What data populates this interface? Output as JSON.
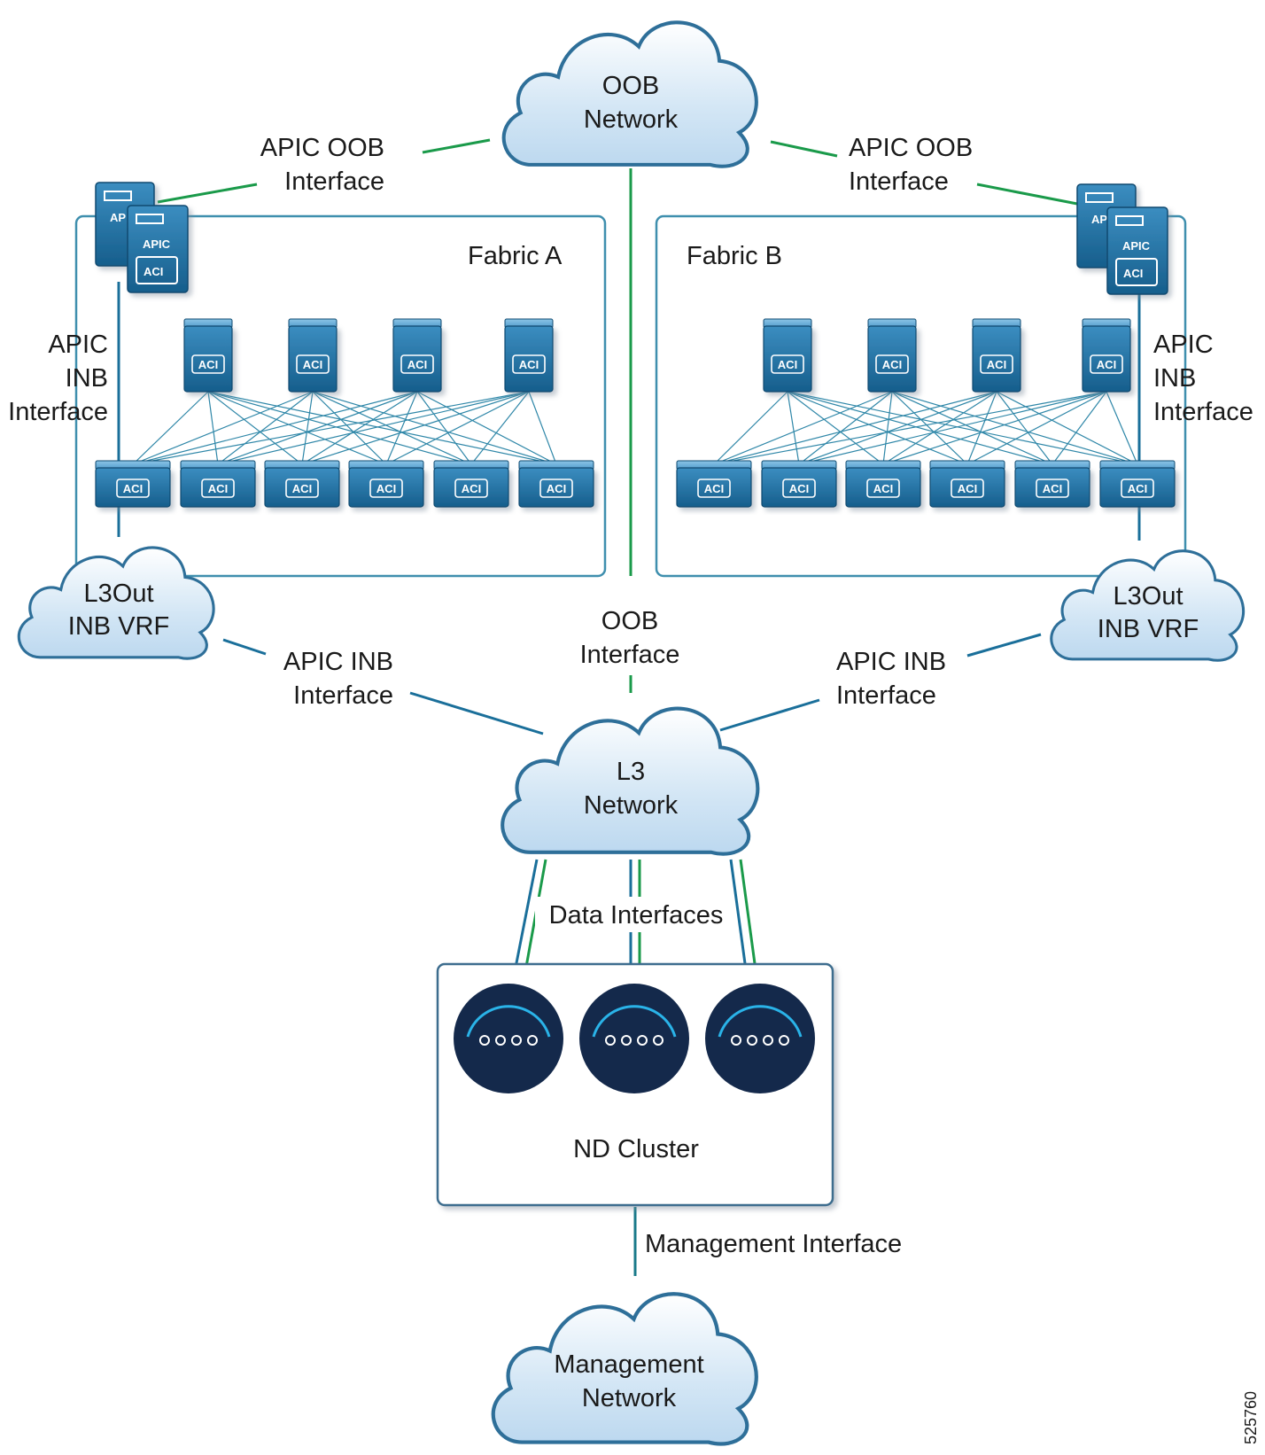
{
  "clouds": {
    "oob": {
      "line1": "OOB",
      "line2": "Network"
    },
    "l3": {
      "line1": "L3",
      "line2": "Network"
    },
    "mgmt": {
      "line1": "Management",
      "line2": "Network"
    },
    "l3out_a": {
      "line1": "L3Out",
      "line2": "INB VRF"
    },
    "l3out_b": {
      "line1": "L3Out",
      "line2": "INB VRF"
    }
  },
  "fabrics": {
    "a": {
      "title": "Fabric A"
    },
    "b": {
      "title": "Fabric B"
    }
  },
  "labels": {
    "apic_oob_left": {
      "line1": "APIC OOB",
      "line2": "Interface"
    },
    "apic_oob_right": {
      "line1": "APIC OOB",
      "line2": "Interface"
    },
    "apic_inb_left": {
      "line1": "APIC",
      "line2": "INB",
      "line3": "Interface"
    },
    "apic_inb_right": {
      "line1": "APIC",
      "line2": "INB",
      "line3": "Interface"
    },
    "apic_inb_lower_left": {
      "line1": "APIC INB",
      "line2": "Interface"
    },
    "apic_inb_lower_right": {
      "line1": "APIC INB",
      "line2": "Interface"
    },
    "oob_interface": {
      "line1": "OOB",
      "line2": "Interface"
    },
    "data_interfaces": "Data Interfaces",
    "management_interface": "Management Interface",
    "nd_cluster": "ND Cluster"
  },
  "device_text": {
    "apic": "APIC",
    "aci": "ACI",
    "apic_partial": "AP"
  },
  "figure_id": "525760",
  "colors": {
    "oob_link": "#1a9a4a",
    "inb_link": "#1a6f9a",
    "device_blue": "#1f6f9f",
    "node_dark": "#14294b",
    "node_arc": "#2ab3e8",
    "cloud_fill": "#d3e6f5"
  }
}
